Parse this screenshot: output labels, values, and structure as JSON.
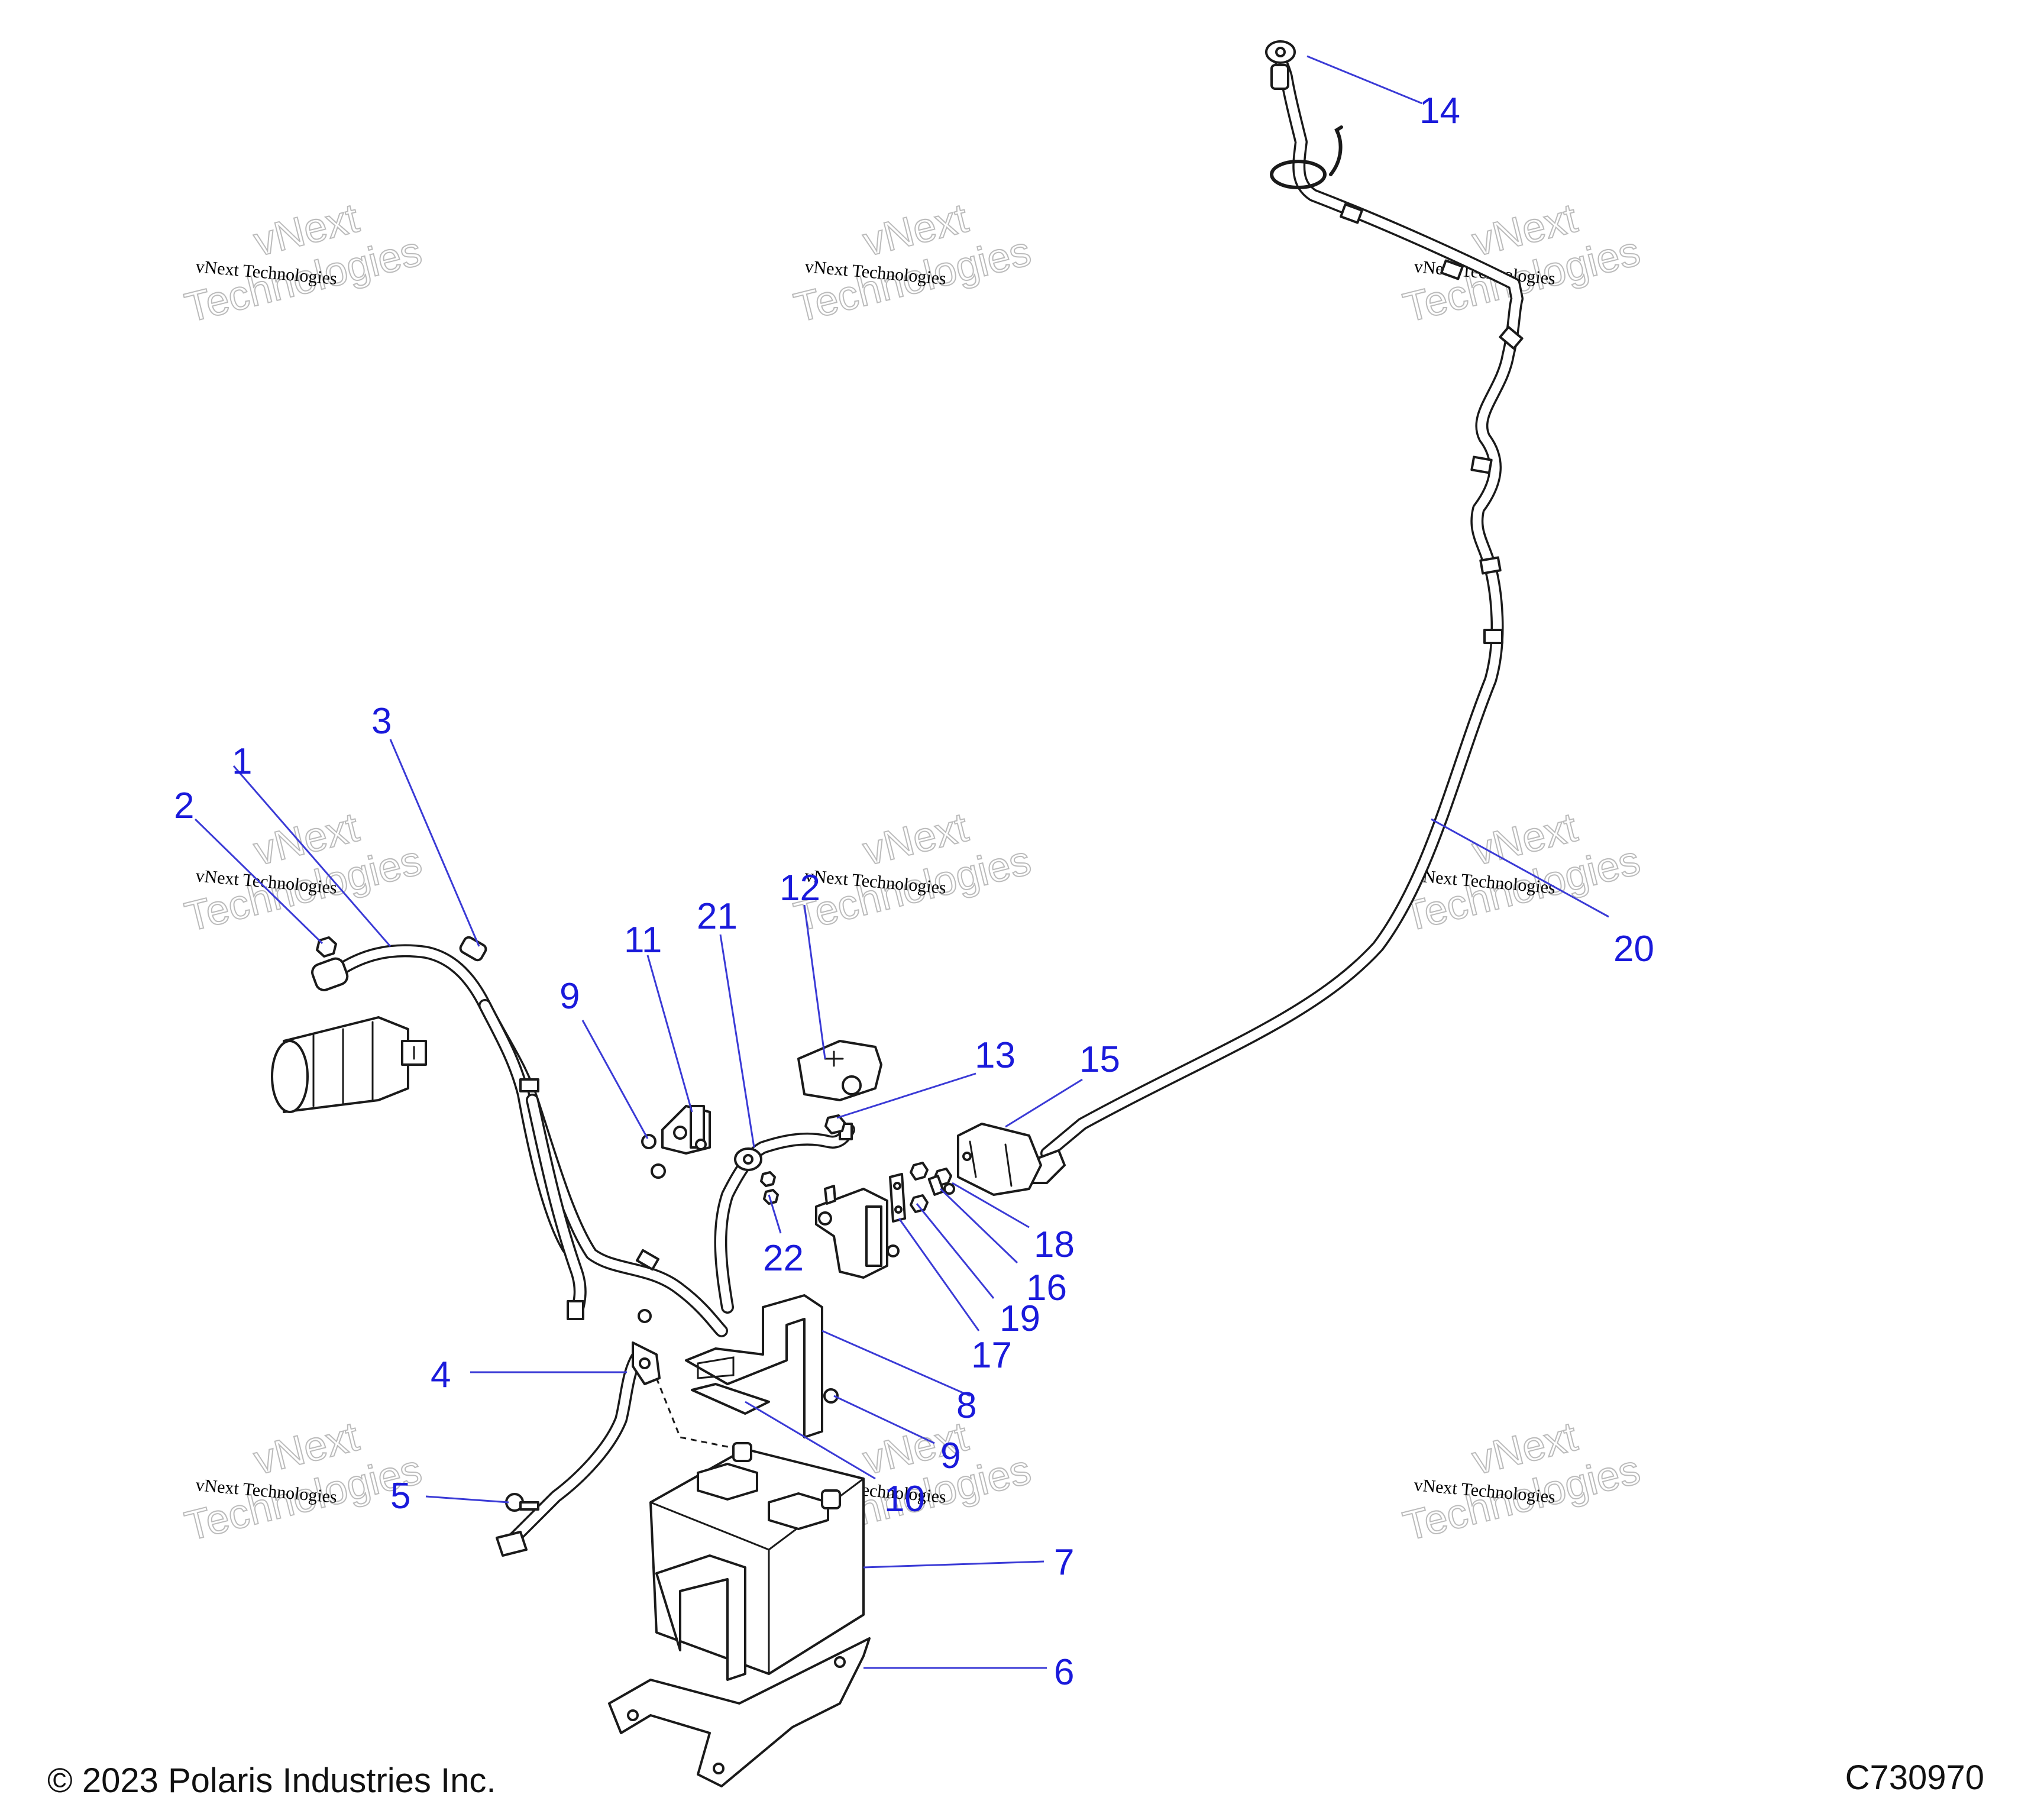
{
  "footer": {
    "copyright": "© 2023 Polaris Industries Inc.",
    "drawing_number": "C730970"
  },
  "watermark": {
    "line1": "vNext Technologies",
    "big_line1": "vNext",
    "big_line2": "Technologies"
  },
  "callouts": [
    "1",
    "2",
    "3",
    "4",
    "5",
    "6",
    "7",
    "8",
    "9",
    "9",
    "10",
    "11",
    "12",
    "13",
    "14",
    "15",
    "16",
    "17",
    "18",
    "19",
    "20",
    "21",
    "22"
  ]
}
